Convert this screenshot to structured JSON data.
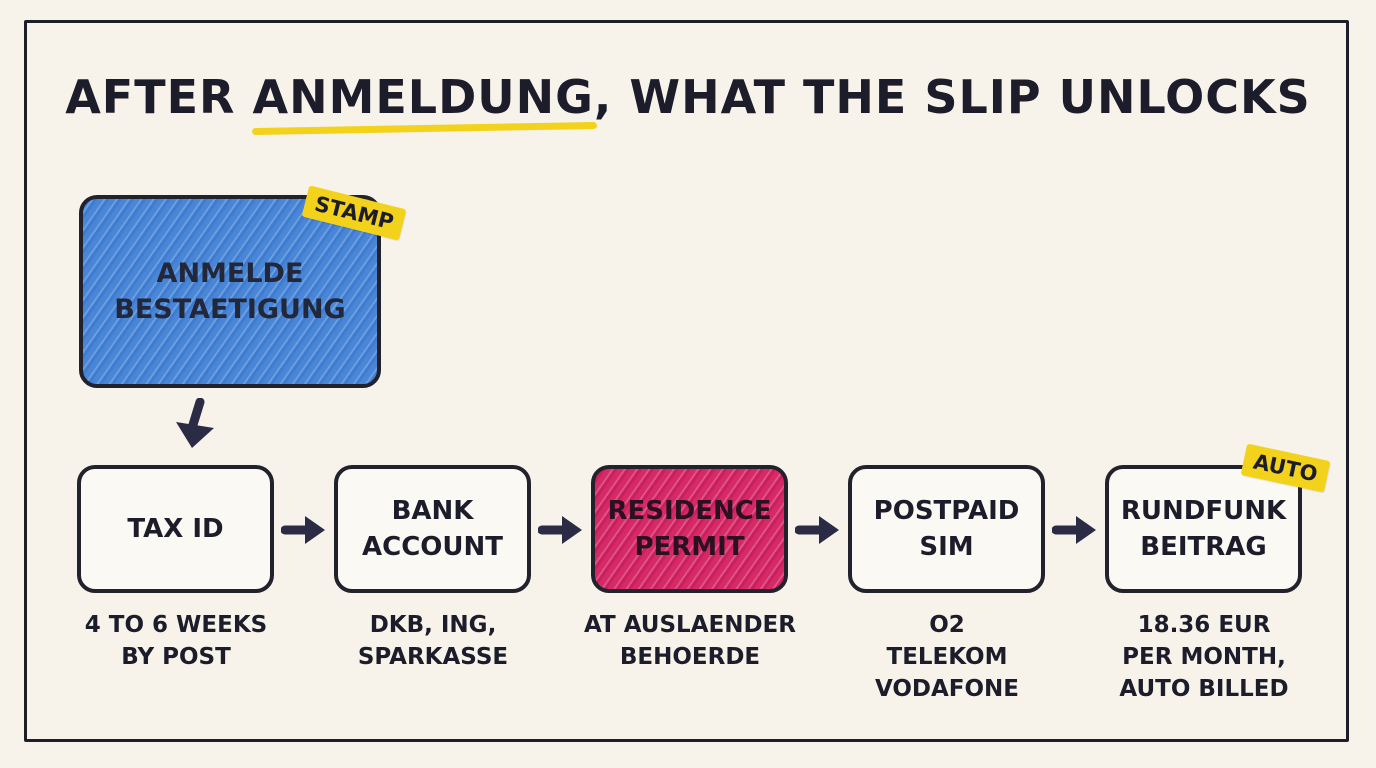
{
  "title": {
    "before": "AFTER ",
    "highlight": "ANMELDUNG",
    "after": ", WHAT THE SLIP UNLOCKS"
  },
  "source": {
    "label": "ANMELDE\nBESTAETIGUNG",
    "tag": "STAMP",
    "color": "#4a86d6"
  },
  "steps": [
    {
      "label": "TAX ID",
      "caption": "4 TO 6 WEEKS\nBY POST"
    },
    {
      "label": "BANK\nACCOUNT",
      "caption": "DKB, ING,\nSPARKASSE"
    },
    {
      "label": "RESIDENCE\nPERMIT",
      "caption": "AT AUSLAENDER\nBEHOERDE",
      "color": "#d52a66"
    },
    {
      "label": "POSTPAID\nSIM",
      "caption": "O2\nTELEKOM\nVODAFONE"
    },
    {
      "label": "RUNDFUNK\nBEITRAG",
      "caption": "18.36 EUR\nPER MONTH,\nAUTO BILLED",
      "tag": "AUTO"
    }
  ],
  "colors": {
    "ink": "#1c1c2a",
    "highlight": "#f2d21b",
    "arrow": "#2b2b45"
  }
}
